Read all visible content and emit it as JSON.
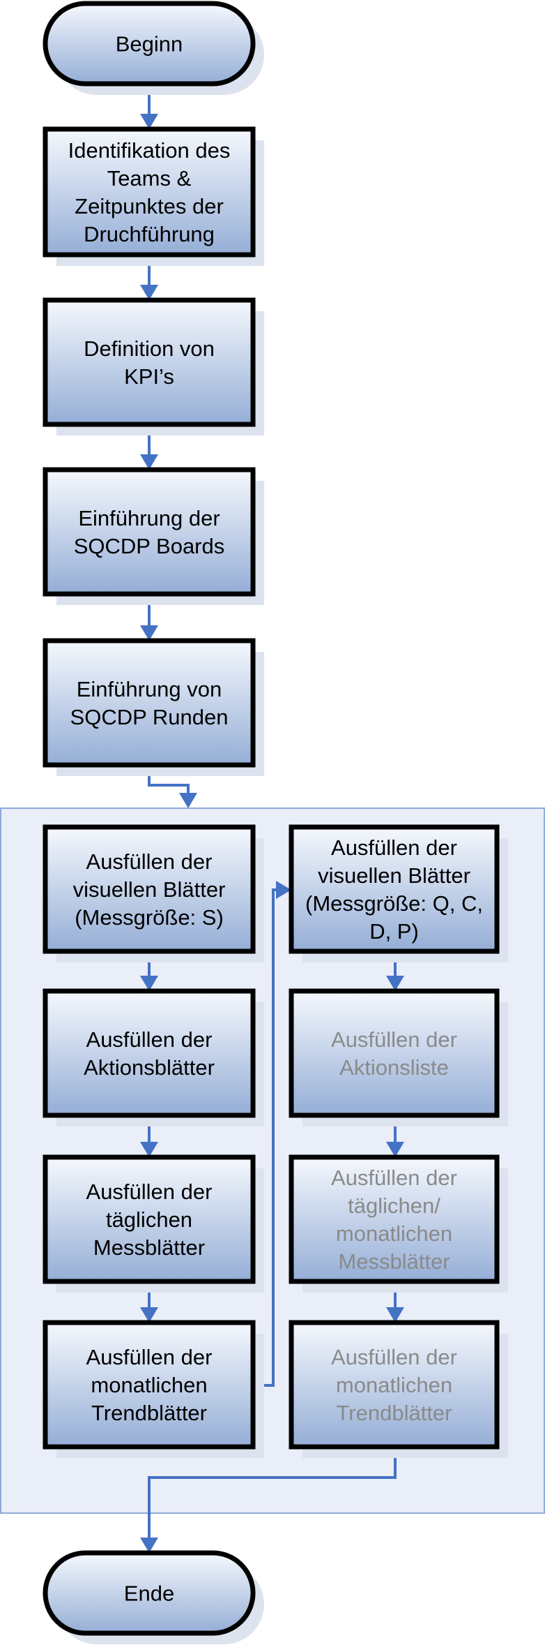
{
  "colors": {
    "fill_top": "#f5f8fd",
    "fill_bottom": "#95aed6",
    "border": "#000000",
    "shadow": "#dde3ee",
    "arrow": "#4472c4",
    "group_fill": "#e9eef8",
    "group_border": "#8eaadb",
    "text_dark": "#000000",
    "text_gray": "#8a8a8a"
  },
  "nodes": {
    "start": {
      "lines": [
        "Beginn"
      ]
    },
    "identify": {
      "lines": [
        "Identifikation des",
        "Teams &",
        "Zeitpunktes der",
        "Druchführung"
      ]
    },
    "kpi": {
      "lines": [
        "Definition von",
        "KPI’s"
      ]
    },
    "boards": {
      "lines": [
        "Einführung der",
        "SQCDP Boards"
      ]
    },
    "rounds": {
      "lines": [
        "Einführung von",
        "SQCDP Runden"
      ]
    },
    "left_visual": {
      "lines": [
        "Ausfüllen der",
        "visuellen Blätter",
        "(Messgröße: S)"
      ]
    },
    "left_action": {
      "lines": [
        "Ausfüllen der",
        "Aktionsblätter"
      ]
    },
    "left_daily": {
      "lines": [
        "Ausfüllen der",
        "täglichen",
        "Messblätter"
      ]
    },
    "left_trend": {
      "lines": [
        "Ausfüllen der",
        "monatlichen",
        "Trendblätter"
      ]
    },
    "right_visual": {
      "lines": [
        "Ausfüllen der",
        "visuellen Blätter",
        "(Messgröße: Q, C,",
        "D, P)"
      ]
    },
    "right_action": {
      "lines": [
        "Ausfüllen der",
        "Aktionsliste"
      ]
    },
    "right_daily": {
      "lines": [
        "Ausfüllen der",
        "täglichen/",
        "monatlichen",
        "Messblätter"
      ]
    },
    "right_trend": {
      "lines": [
        "Ausfüllen der",
        "monatlichen",
        "Trendblätter"
      ]
    },
    "end": {
      "lines": [
        "Ende"
      ]
    }
  }
}
